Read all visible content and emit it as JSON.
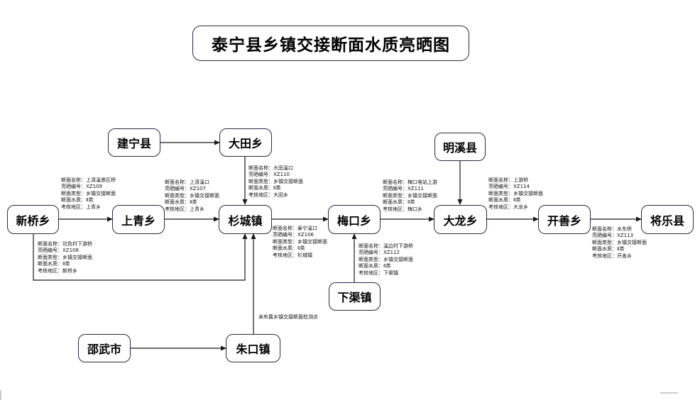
{
  "title": "泰宁县乡镇交接断面水质亮晒图",
  "nodes": {
    "jianning": "建宁县",
    "datian": "大田乡",
    "mingxi": "明溪县",
    "xinqiao": "新桥乡",
    "shangqing": "上青乡",
    "shancheng": "杉城镇",
    "meikou": "梅口乡",
    "dalong": "大龙乡",
    "kaishan": "开善乡",
    "jiangle": "将乐县",
    "xiaqu": "下渠镇",
    "shaowu": "邵武市",
    "zhukou": "朱口镇"
  },
  "sections": {
    "xz109": [
      "断面名称：上清溪景区桥",
      "亮晒编号：XZ109",
      "断面类型：乡镇交接断面",
      "断面水质：Ⅱ类",
      "考核地区：上青乡"
    ],
    "xz107": [
      "断面名称：上清溪口",
      "亮晒编号：XZ107",
      "断面类型：乡镇交接断面",
      "断面水质：Ⅱ类",
      "考核地区：上青乡"
    ],
    "xz110": [
      "断面名称：大田溪口",
      "亮晒编号：XZ110",
      "断面类型：乡镇交接断面",
      "断面水质：Ⅱ类",
      "考核地区：大田乡"
    ],
    "xz106": [
      "断面名称：泰宁溪口",
      "亮晒编号：XZ106",
      "断面类型：乡镇交接断面",
      "断面水质：Ⅱ类",
      "考核地区：杉城镇"
    ],
    "xz108": [
      "断面名称：坑色村下游桥",
      "亮晒编号：XZ108",
      "断面类型：乡镇交接断面",
      "断面水质：Ⅱ类",
      "考核地区：新桥乡"
    ],
    "xz111": [
      "断面名称：梅口电站上游",
      "亮晒编号：XZ111",
      "断面类型：乡镇交接断面",
      "断面水质：Ⅱ类",
      "考核地区：梅口乡"
    ],
    "xz112": [
      "断面名称：溪边村下游桥",
      "亮晒编号：XZ112",
      "断面类型：乡镇交接断面",
      "断面水质：Ⅱ类",
      "考核地区：下渠镇"
    ],
    "xz114": [
      "断面名称：上游桥",
      "亮晒编号：XZ114",
      "断面类型：乡镇交接断面",
      "断面水质：Ⅱ类",
      "考核地区：大龙乡"
    ],
    "xz113": [
      "断面名称：水东桥",
      "亮晒编号：XZ113",
      "断面类型：乡镇交接断面",
      "断面水质：Ⅱ类",
      "考核地区：开善乡"
    ]
  },
  "zhukou_note": "未布置乡镇交接断面检测点"
}
